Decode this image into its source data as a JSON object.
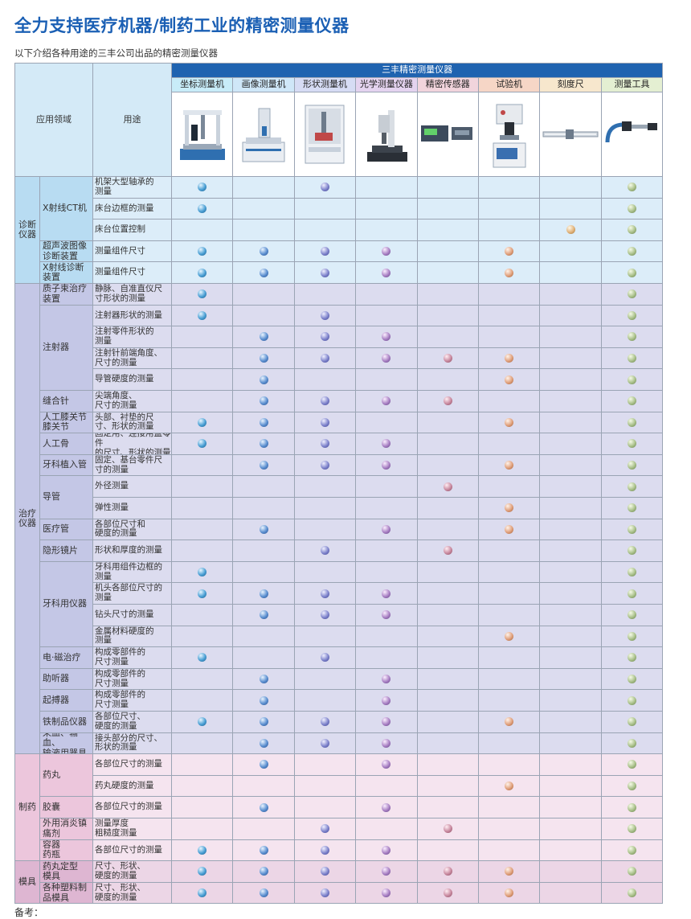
{
  "title": "全力支持医疗机器/制药工业的精密测量仪器",
  "subtitle": "以下介绍各种用途的三丰公司出品的精密测量仪器",
  "header": {
    "field_label": "应用领域",
    "use_label": "用途",
    "group_label": "三丰精密测量仪器"
  },
  "instruments": [
    {
      "key": "coord",
      "label": "坐标测量机",
      "color": "#c8ecf8",
      "icon": "cmm-machine-icon"
    },
    {
      "key": "vision",
      "label": "画像测量机",
      "color": "#cfe7f8",
      "icon": "vision-machine-icon"
    },
    {
      "key": "form",
      "label": "形状测量机",
      "color": "#d6dcf4",
      "icon": "form-machine-icon"
    },
    {
      "key": "optical",
      "label": "光学测量仪器",
      "color": "#e4d3ef",
      "icon": "microscope-icon"
    },
    {
      "key": "sensor",
      "label": "精密传感器",
      "color": "#f1d4dc",
      "icon": "sensor-unit-icon"
    },
    {
      "key": "tester",
      "label": "试验机",
      "color": "#f6d6c6",
      "icon": "hardness-tester-icon"
    },
    {
      "key": "scale",
      "label": "刻度尺",
      "color": "#f7e7cd",
      "icon": "linear-scale-icon"
    },
    {
      "key": "tool",
      "label": "测量工具",
      "color": "#e4efd2",
      "icon": "micrometer-icon"
    }
  ],
  "colors": {
    "diag_bg": "#dcedf9",
    "treat_bg": "#dcdcef",
    "pharma_bg": "#f5e4ef",
    "mold_bg": "#ecd6e6",
    "diag_cat": "#b8dcf2",
    "treat_cat": "#c4c7e6",
    "pharma_cat": "#ecc6dc",
    "mold_cat": "#deb6d2",
    "group_header": "#1f63b0"
  },
  "categories": [
    {
      "label": "诊断\n仪器",
      "section": "diag",
      "rows": 5
    },
    {
      "label": "治疗\n仪器",
      "section": "treat",
      "rows": 22
    },
    {
      "label": "制药",
      "section": "pharma",
      "rows": 5
    },
    {
      "label": "模具",
      "section": "mold",
      "rows": 2
    }
  ],
  "subcategories": [
    {
      "label": "X射线CT机",
      "rows": 3
    },
    {
      "label": "超声波图像\n诊断装置",
      "rows": 1
    },
    {
      "label": "X射线诊断\n装置",
      "rows": 1
    },
    {
      "label": "质子束治疗\n装置",
      "rows": 1
    },
    {
      "label": "注射器",
      "rows": 4
    },
    {
      "label": "缝合针",
      "rows": 1
    },
    {
      "label": "人工膝关节\n膝关节",
      "rows": 1
    },
    {
      "label": "人工骨",
      "rows": 1
    },
    {
      "label": "牙科植入管",
      "rows": 1
    },
    {
      "label": "导管",
      "rows": 2
    },
    {
      "label": "医疗管",
      "rows": 1
    },
    {
      "label": "隐形镜片",
      "rows": 1
    },
    {
      "label": "牙科用仪器",
      "rows": 4
    },
    {
      "label": "电·磁治疗",
      "rows": 1
    },
    {
      "label": "助听器",
      "rows": 1
    },
    {
      "label": "起搏器",
      "rows": 1
    },
    {
      "label": "铁制品仪器",
      "rows": 1
    },
    {
      "label": "采血、输血、\n输液用器具",
      "rows": 1
    },
    {
      "label": "药丸",
      "rows": 2
    },
    {
      "label": "胶囊",
      "rows": 1
    },
    {
      "label": "外用消炎镇\n痛剂",
      "rows": 1
    },
    {
      "label": "容器\n药瓶",
      "rows": 1
    },
    {
      "label": "药丸定型\n模具",
      "rows": 1
    },
    {
      "label": "各种塑料制\n品模具",
      "rows": 1
    }
  ],
  "rows": [
    {
      "use": "机架大型轴承的\n测量",
      "marks": [
        1,
        0,
        1,
        0,
        0,
        0,
        0,
        1
      ]
    },
    {
      "use": "床台边框的测量",
      "marks": [
        1,
        0,
        0,
        0,
        0,
        0,
        0,
        1
      ]
    },
    {
      "use": "床台位置控制",
      "marks": [
        0,
        0,
        0,
        0,
        0,
        0,
        1,
        1
      ]
    },
    {
      "use": "测量组件尺寸",
      "marks": [
        1,
        1,
        1,
        1,
        0,
        1,
        0,
        1
      ]
    },
    {
      "use": "测量组件尺寸",
      "marks": [
        1,
        1,
        1,
        1,
        0,
        1,
        0,
        1
      ]
    },
    {
      "use": "静脉、自准直仪尺\n寸形状的测量",
      "marks": [
        1,
        0,
        0,
        0,
        0,
        0,
        0,
        1
      ]
    },
    {
      "use": "注射器形状的测量",
      "marks": [
        1,
        0,
        1,
        0,
        0,
        0,
        0,
        1
      ]
    },
    {
      "use": "注射零件形状的\n测量",
      "marks": [
        0,
        1,
        1,
        1,
        0,
        0,
        0,
        1
      ]
    },
    {
      "use": "注射针前端角度、\n尺寸的测量",
      "marks": [
        0,
        1,
        1,
        1,
        1,
        1,
        0,
        1
      ]
    },
    {
      "use": "导管硬度的测量",
      "marks": [
        0,
        1,
        0,
        0,
        0,
        1,
        0,
        1
      ]
    },
    {
      "use": "尖端角度、\n尺寸的测量",
      "marks": [
        0,
        1,
        1,
        1,
        1,
        0,
        0,
        1
      ]
    },
    {
      "use": "头部、衬垫的尺\n寸、形状的测量",
      "marks": [
        1,
        1,
        1,
        0,
        0,
        1,
        0,
        1
      ]
    },
    {
      "use": "固定用、连接用盘零件\n的尺寸、形状的测量",
      "marks": [
        1,
        1,
        1,
        1,
        0,
        0,
        0,
        1
      ]
    },
    {
      "use": "固定、基台零件尺\n寸的测量",
      "marks": [
        0,
        1,
        1,
        1,
        0,
        1,
        0,
        1
      ]
    },
    {
      "use": "外径测量",
      "marks": [
        0,
        0,
        0,
        0,
        1,
        0,
        0,
        1
      ]
    },
    {
      "use": "弹性测量",
      "marks": [
        0,
        0,
        0,
        0,
        0,
        1,
        0,
        1
      ]
    },
    {
      "use": "各部位尺寸和\n硬度的测量",
      "marks": [
        0,
        1,
        0,
        1,
        0,
        1,
        0,
        1
      ]
    },
    {
      "use": "形状和厚度的测量",
      "marks": [
        0,
        0,
        1,
        0,
        1,
        0,
        0,
        1
      ]
    },
    {
      "use": "牙科用组件边框的\n测量",
      "marks": [
        1,
        0,
        0,
        0,
        0,
        0,
        0,
        1
      ]
    },
    {
      "use": "机头各部位尺寸的\n测量",
      "marks": [
        1,
        1,
        1,
        1,
        0,
        0,
        0,
        1
      ]
    },
    {
      "use": "钻头尺寸的测量",
      "marks": [
        0,
        1,
        1,
        1,
        0,
        0,
        0,
        1
      ]
    },
    {
      "use": "金属材料硬度的\n测量",
      "marks": [
        0,
        0,
        0,
        0,
        0,
        1,
        0,
        1
      ]
    },
    {
      "use": "构成零部件的\n尺寸测量",
      "marks": [
        1,
        0,
        1,
        0,
        0,
        0,
        0,
        1
      ]
    },
    {
      "use": "构成零部件的\n尺寸测量",
      "marks": [
        0,
        1,
        0,
        1,
        0,
        0,
        0,
        1
      ]
    },
    {
      "use": "构成零部件的\n尺寸测量",
      "marks": [
        0,
        1,
        0,
        1,
        0,
        0,
        0,
        1
      ]
    },
    {
      "use": "各部位尺寸、\n硬度的测量",
      "marks": [
        1,
        1,
        1,
        1,
        0,
        1,
        0,
        1
      ]
    },
    {
      "use": "接头部分的尺寸、\n形状的测量",
      "marks": [
        0,
        1,
        1,
        1,
        0,
        0,
        0,
        1
      ]
    },
    {
      "use": "各部位尺寸的测量",
      "marks": [
        0,
        1,
        0,
        1,
        0,
        0,
        0,
        1
      ]
    },
    {
      "use": "药丸硬度的测量",
      "marks": [
        0,
        0,
        0,
        0,
        0,
        1,
        0,
        1
      ]
    },
    {
      "use": "各部位尺寸的测量",
      "marks": [
        0,
        1,
        0,
        1,
        0,
        0,
        0,
        1
      ]
    },
    {
      "use": "测量厚度\n粗糙度测量",
      "marks": [
        0,
        0,
        1,
        0,
        1,
        0,
        0,
        1
      ]
    },
    {
      "use": "各部位尺寸的测量",
      "marks": [
        1,
        1,
        1,
        1,
        0,
        0,
        0,
        1
      ]
    },
    {
      "use": "尺寸、形状、\n硬度的测量",
      "marks": [
        1,
        1,
        1,
        1,
        1,
        1,
        0,
        1
      ]
    },
    {
      "use": "尺寸、形状、\n硬度的测量",
      "marks": [
        1,
        1,
        1,
        1,
        1,
        1,
        0,
        1
      ]
    }
  ],
  "notes_label": "备考："
}
